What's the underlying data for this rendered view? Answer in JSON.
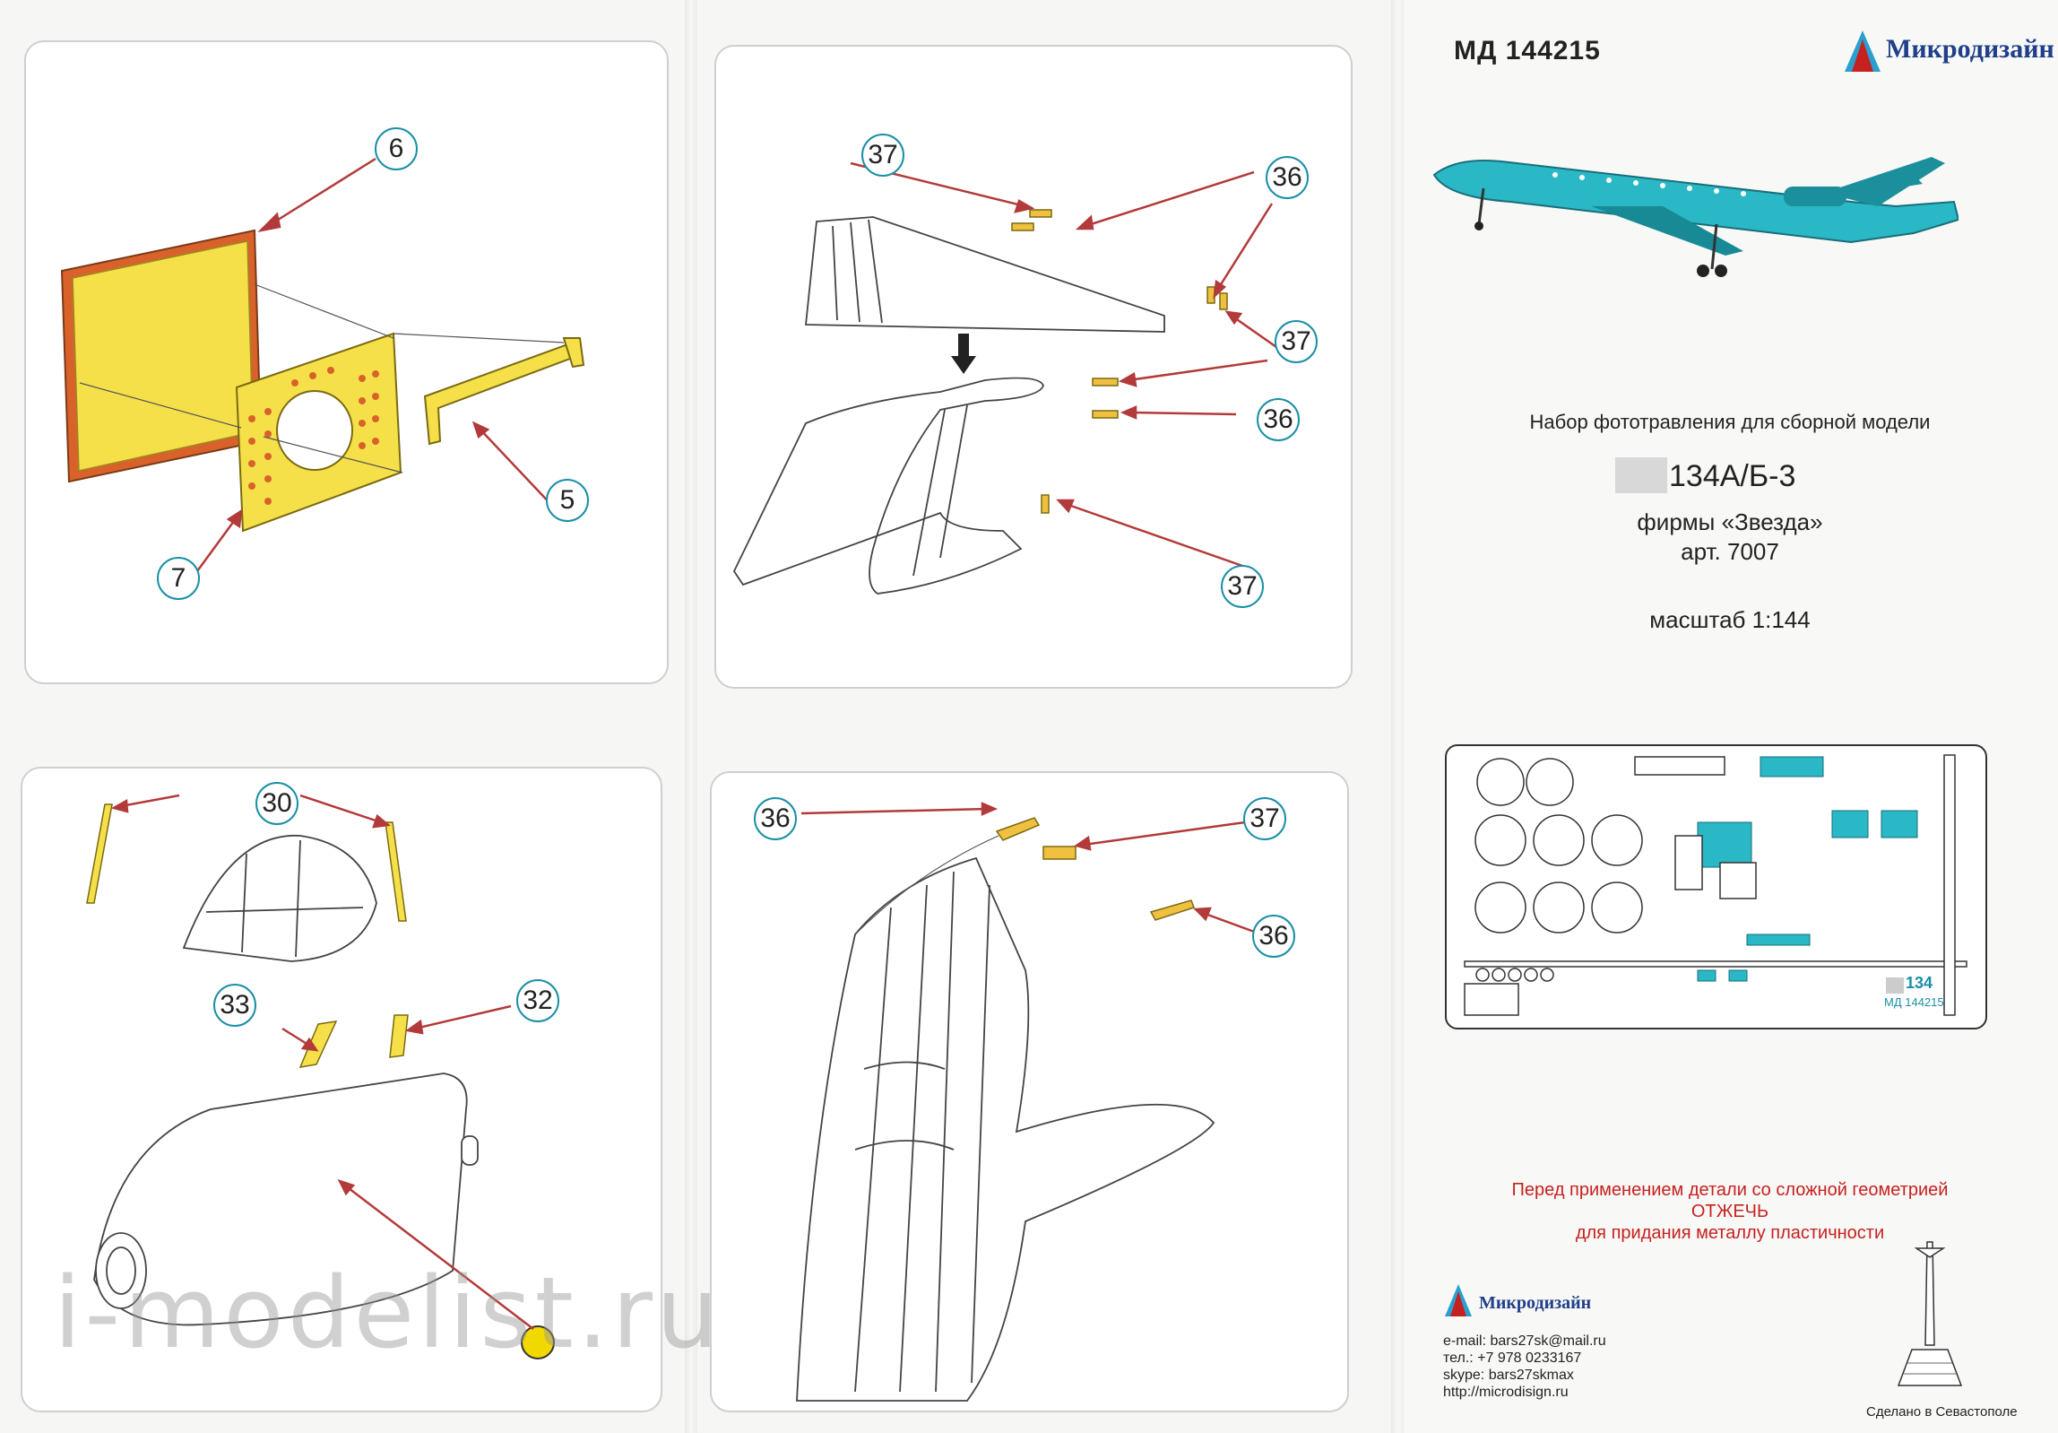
{
  "header": {
    "code": "МД 144215",
    "brand": "Микродизайн"
  },
  "title": {
    "line1": "Набор фототравления для сборной модели",
    "model": "134А/Б-3",
    "maker": "фирмы «Звезда»",
    "article": "арт. 7007",
    "scale": "масштаб 1:144"
  },
  "fret": {
    "label_134": "134",
    "label_code": "МД 144215"
  },
  "warning": {
    "line1": "Перед применением детали со сложной геометрией",
    "line2": "ОТЖЕЧЬ",
    "line3": "для придания металлу пластичности"
  },
  "contacts": {
    "brand": "Микродизайн",
    "email": "e-mail: bars27sk@mail.ru",
    "phone": "тел.: +7 978 0233167",
    "skype": "skype: bars27skmax",
    "web": "http://microdisign.ru"
  },
  "footer": {
    "made_in": "Сделано в Севастополе",
    "watermark": "i-modelist.ru"
  },
  "panels": {
    "p1": [
      "6",
      "5",
      "7"
    ],
    "p2": [
      "37",
      "36",
      "37",
      "36",
      "37"
    ],
    "p3": [
      "30",
      "33",
      "32"
    ],
    "p4": [
      "36",
      "37",
      "36"
    ]
  },
  "colors": {
    "accent_teal": "#1a8fa6",
    "part_yellow": "#f5e04a",
    "part_orange": "#d9622b",
    "arrow_red": "#b33a3a",
    "warning_red": "#c6211f",
    "brand_blue": "#1f3f8a",
    "plane_cyan": "#2ab7c6"
  }
}
